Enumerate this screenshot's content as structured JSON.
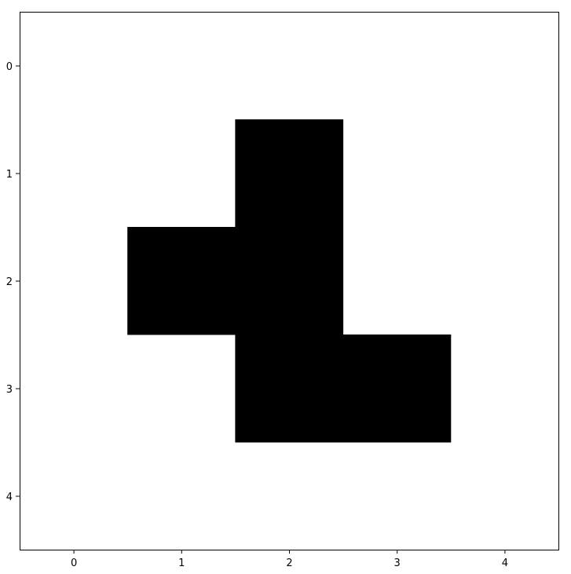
{
  "chart_data": {
    "type": "heatmap",
    "title": "",
    "xlabel": "",
    "ylabel": "",
    "x_ticks": [
      "0",
      "1",
      "2",
      "3",
      "4"
    ],
    "y_ticks": [
      "0",
      "1",
      "2",
      "3",
      "4"
    ],
    "x_range": [
      -0.5,
      4.5
    ],
    "y_range": [
      -0.5,
      4.5
    ],
    "y_axis_inverted": true,
    "grid": false,
    "colormap": "gray_r",
    "colors": {
      "filled": "#000000",
      "empty": "#ffffff",
      "axes": "#000000"
    },
    "matrix": [
      [
        0,
        0,
        0,
        0,
        0
      ],
      [
        0,
        0,
        1,
        0,
        0
      ],
      [
        0,
        1,
        1,
        0,
        0
      ],
      [
        0,
        0,
        1,
        1,
        0
      ],
      [
        0,
        0,
        0,
        0,
        0
      ]
    ]
  }
}
